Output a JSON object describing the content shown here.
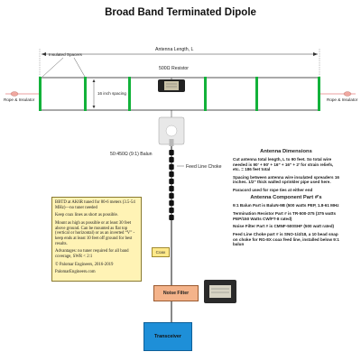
{
  "title": "Broad Band Terminated Dipole",
  "labels": {
    "antenna_length": "Antenna Length, L",
    "resistor": "500Ω Resistor",
    "insulated_spacers": "Insulated Spacers",
    "spacing": "16 inch spacing",
    "rope_left": "Rope & Insulator",
    "rope_right": "Rope & Insulator",
    "balun": "50:450Ω (9:1) Balun",
    "feed_choke": "Feed Line Choke",
    "coax": "Coax",
    "noise_filter": "Noise Filter",
    "transceiver": "Transceiver"
  },
  "notes": [
    "BBTD at AK6R tuned for 80-6 meters (3.5-54 MHz)—no tuner needed",
    "Keep coax lines as short as possible.",
    "Mount as high as possible or at least 30 feet above ground. Can be mounted as flat top (vertical or horizontal) or as an inverted “V” - keep ends at least 10 feet off ground for best results.",
    "Advantages: no tuner required for all band coverage, SWR < 2:1",
    "© Palomar Engineers, 2016-2019",
    "PalomarEngineers.com"
  ],
  "dimensions": {
    "heading": "Antenna Dimensions",
    "items": [
      "Cut antenna total length, L to 90 feet. So total wire needed is 90' + 90' + 16\" + 16\" + 2' for strain reliefs, etc. = 186 feet total",
      "Spacing between antenna wire insulated spreaders 16 inches. 1/2\" thick walled sprinkler pipe used here.",
      "Paracord used for rope ties at either end"
    ]
  },
  "parts": {
    "heading": "Antenna Component Part #'s",
    "items": [
      "9:1 Balun Part is BaluN-9B (500 watts PEP, 1.8-61 MHz",
      "Termination Resistor Part # is TR-500-375 (375 watts PEP/150 Watts CW/FT-8 rated)",
      "Noise Filter Part # is CMNF-500SHF (500 watt rated)",
      "Feed Line Choke part # is SNO-1/4/18, a 10 bead snap on choke for RG-8X coax feed line, installed below 9:1 balun"
    ]
  },
  "colors": {
    "wire": "#1a1a1a",
    "spacer": "#12b23a",
    "insulator": "#f0a8a0",
    "coax": "#111111",
    "notes_bg": "#fff3b5",
    "noise_filter": "#f4b38a",
    "transceiver": "#1e8fd8"
  }
}
